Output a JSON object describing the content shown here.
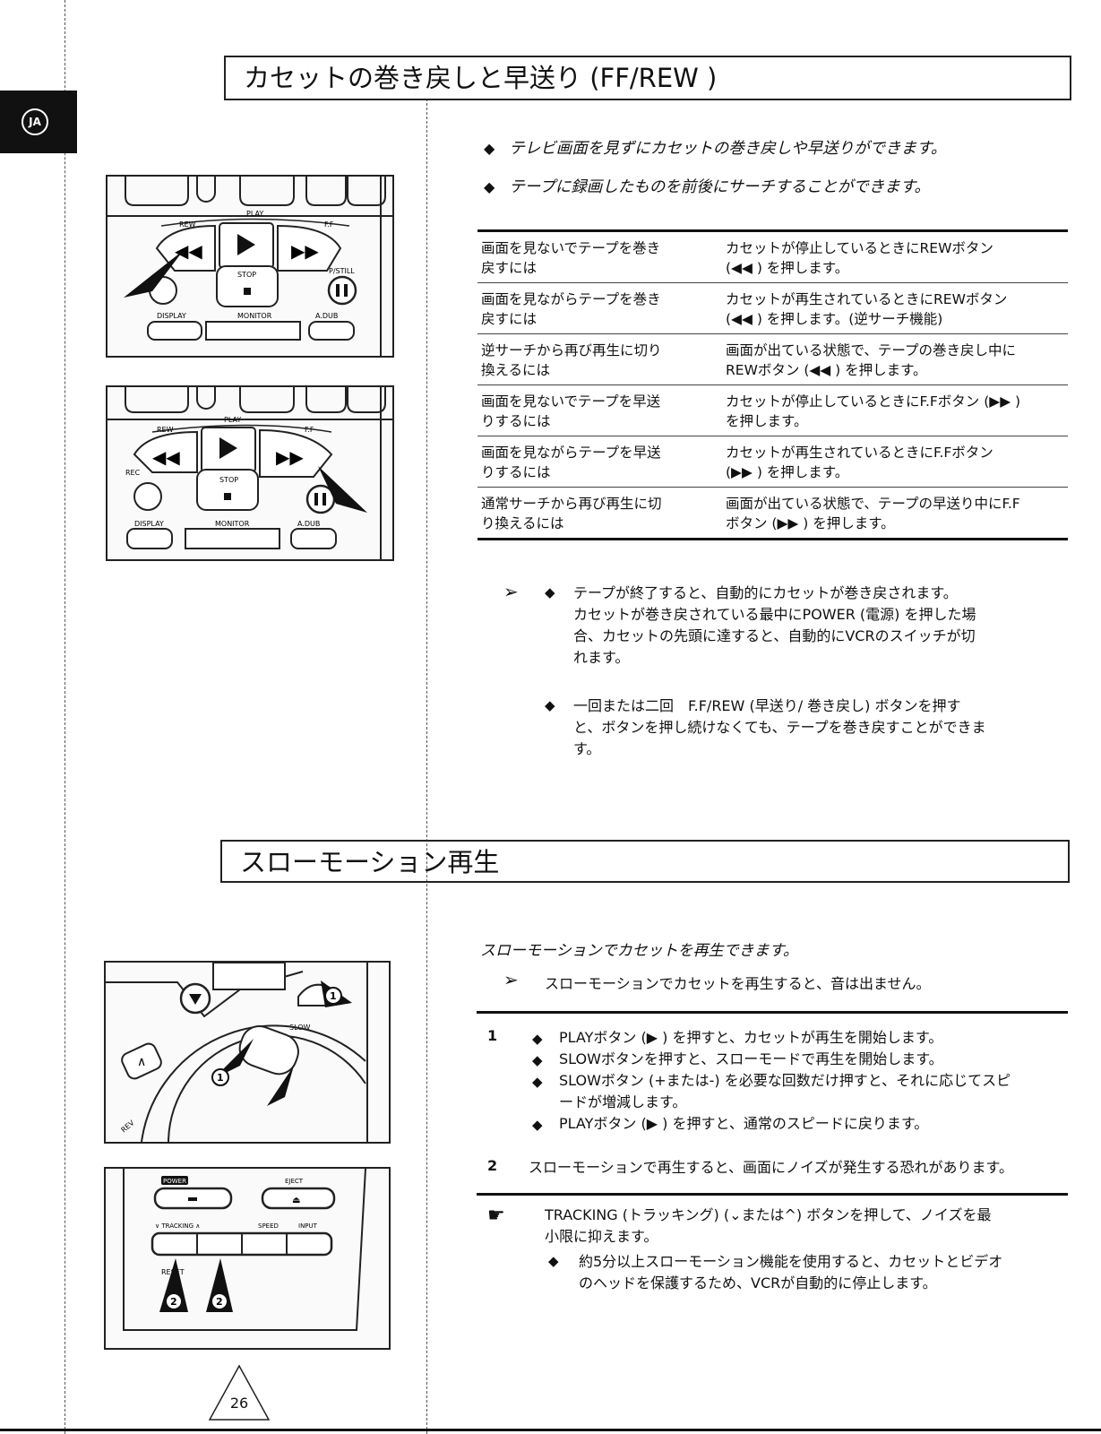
{
  "lang_tab": "JA",
  "section1": {
    "title": "カセットの巻き戻しと早送り (FF/REW )",
    "bullets": [
      "テレビ画面を見ずにカセットの巻き戻しや早送りができます。",
      "テープに録画したものを前後にサーチすることができます。"
    ],
    "table": [
      {
        "c1a": "画面を見ないでテープを巻き",
        "c1b": "戻すには",
        "c2a": "カセットが停止しているときにREWボタン",
        "c2b": "(◀◀ ) を押します。"
      },
      {
        "c1a": "画面を見ながらテープを巻き",
        "c1b": "戻すには",
        "c2a": "カセットが再生されているときにREWボタン",
        "c2b": "(◀◀ ) を押します。(逆サーチ機能)"
      },
      {
        "c1a": "逆サーチから再び再生に切り",
        "c1b": "換えるには",
        "c2a": "画面が出ている状態で、テープの巻き戻し中に",
        "c2b": "REWボタン (◀◀ ) を押します。"
      },
      {
        "c1a": "画面を見ないでテープを早送",
        "c1b": "りするには",
        "c2a": "カセットが停止しているときにF.Fボタン (▶▶ )",
        "c2b": "を押します。"
      },
      {
        "c1a": "画面を見ながらテープを早送",
        "c1b": "りするには",
        "c2a": "カセットが再生されているときにF.Fボタン",
        "c2b": "(▶▶ ) を押します。"
      },
      {
        "c1a": "通常サーチから再び再生に切",
        "c1b": "り換えるには",
        "c2a": "画面が出ている状態で、テープの早送り中にF.F",
        "c2b": "ボタン (▶▶ ) を押します。"
      }
    ],
    "note1": [
      "テープが終了すると、自動的にカセットが巻き戻されます。",
      "カセットが巻き戻されている最中にPOWER (電源) を押した場",
      "合、カセットの先頭に達すると、自動的にVCRのスイッチが切",
      "れます。"
    ],
    "note2": [
      "一回または二回　F.F/REW (早送り/ 巻き戻し) ボタンを押す",
      "と、ボタンを押し続けなくても、テープを巻き戻すことができま",
      "す。"
    ]
  },
  "section2": {
    "title": "スローモーション再生",
    "intro": "スローモーションでカセットを再生できます。",
    "intro_note": "スローモーションでカセットを再生すると、音は出ません。",
    "step1_num": "1",
    "step1": [
      "PLAYボタン (▶ ) を押すと、カセットが再生を開始します。",
      "SLOWボタンを押すと、スローモードで再生を開始します。",
      "SLOWボタン (+または-) を必要な回数だけ押すと、それに応じてスピ",
      "ードが増減します。",
      "PLAYボタン (▶ ) を押すと、通常のスピードに戻ります。"
    ],
    "step2_num": "2",
    "step2": "スローモーションで再生すると、画面にノイズが発生する恐れがあります。",
    "tip": [
      "TRACKING (トラッキング) (⌄または^) ボタンを押して、ノイズを最",
      "小限に抑えます。"
    ],
    "tip_bullet": [
      "約5分以上スローモーション機能を使用すると、カセットとビデオ",
      "のヘッドを保護するため、VCRが自動的に停止します。"
    ]
  },
  "remote_labels": {
    "rew": "REW",
    "play": "PLAY",
    "ff": "F.F",
    "stop": "STOP",
    "pstill": "P/STILL",
    "rec": "REC",
    "display": "DISPLAY",
    "monitor": "MONITOR",
    "adub": "A.DUB",
    "slow": "SLOW",
    "tracking": "TRACKING",
    "rev": "REV",
    "power": "POWER",
    "eject": "EJECT",
    "tracking2": "∨ TRACKING ∧",
    "speed": "SPEED",
    "input": "INPUT",
    "reset": "RESET",
    "callout1": "1",
    "callout2": "2"
  },
  "page_number": "26"
}
